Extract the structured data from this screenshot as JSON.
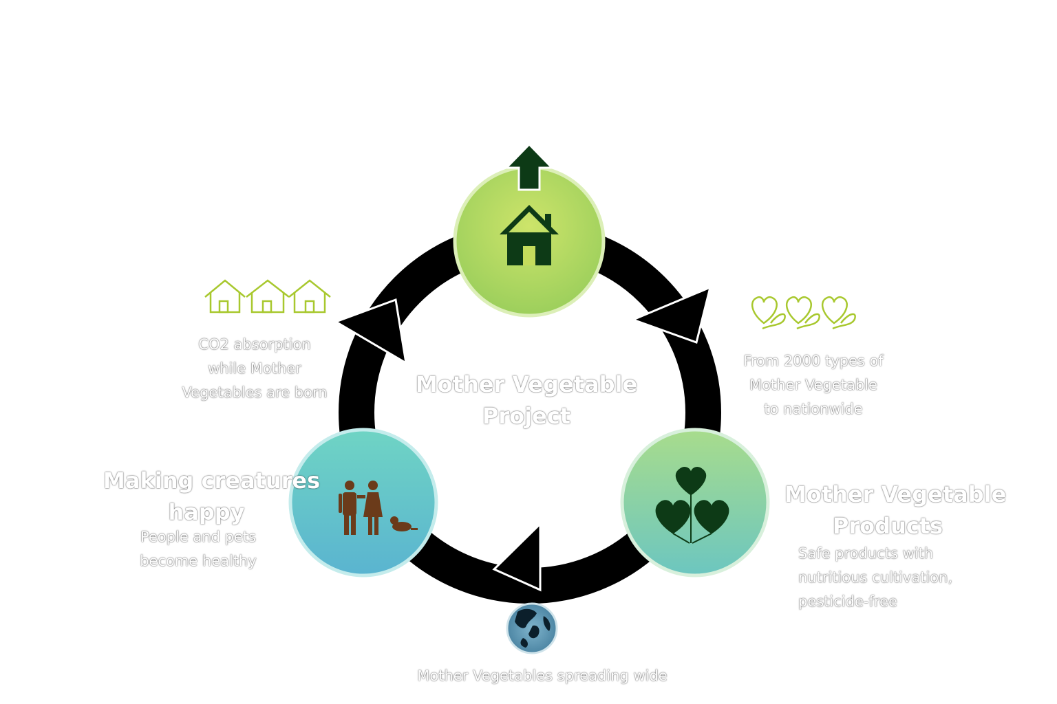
{
  "center_title": {
    "line1": "Mother Vegetable",
    "line2": "Project"
  },
  "left_note": {
    "line1": "CO2 absorption",
    "line2": "while Mother",
    "line3": "Vegetables are born"
  },
  "right_note": {
    "line1": "From 2000 types of",
    "line2": "Mother Vegetable",
    "line3": "to nationwide"
  },
  "creatures": {
    "title1": "Making creatures",
    "title2": "happy",
    "sub1": "People and pets",
    "sub2": "become healthy"
  },
  "products": {
    "title1": "Mother Vegetable",
    "title2": "Products",
    "sub1": "Safe products with",
    "sub2": "nutritious cultivation,",
    "sub3": "pesticide-free"
  },
  "bottom_caption": "Mother Vegetables spreading wide",
  "colors": {
    "ring": "#000000",
    "green_node": "#c4dc5c",
    "teal_node": "#5fc7cc",
    "mint_node": "#99d6a6",
    "icon_dark": "#0d3a16",
    "people_brown": "#6b3b1a",
    "outline_green": "#a8c82e"
  },
  "icons": [
    "house-icon",
    "upload-arrow-icon",
    "house-outline-icon",
    "heart-balloon-outline-icon",
    "heart-balloons-icon",
    "family-pet-icon",
    "globe-icon"
  ]
}
